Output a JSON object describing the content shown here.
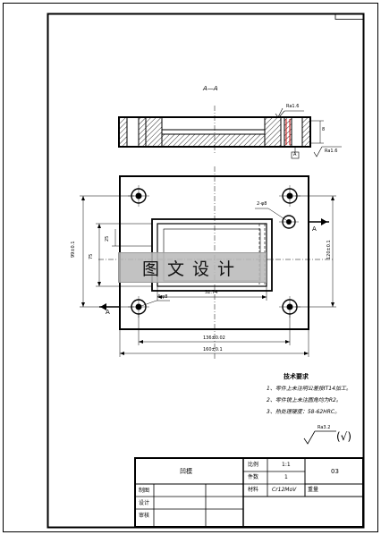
{
  "section_label": "A—A",
  "roughness": {
    "ra16_top": "Ra1.6",
    "ra16_side": "Ra1.6",
    "ra32_general": "Ra3.2"
  },
  "datum_label": "A",
  "general_finish": "(√)",
  "dimensions": {
    "thickness": "8",
    "hole_dia": "4-φ8",
    "left_outer": "99±0.1",
    "left_mid": "75",
    "left_inner": "25",
    "right_height": "120±0.1",
    "inner_width": "52.74",
    "bottom_inner": "136±0.02",
    "bottom_outer": "160±0.1",
    "tap_hole": "2-φ8"
  },
  "tech_requirements": {
    "title": "技术要求",
    "items": [
      "1、零件上未注明公差按IT14加工。",
      "2、零件锐上未注圆角均为R2。",
      "3、热处理硬度：58-62HRC。"
    ]
  },
  "watermark": "图文设计",
  "title_block": {
    "part_name": "凹模",
    "drawing_no": "03",
    "rows": [
      {
        "label": "比例",
        "value": "1:1"
      },
      {
        "label": "件数",
        "value": "1"
      },
      {
        "label": "材料",
        "value": "Cr12MoV"
      }
    ],
    "weight_label": "重量",
    "signatures": [
      "制图",
      "设计",
      "审核"
    ]
  }
}
